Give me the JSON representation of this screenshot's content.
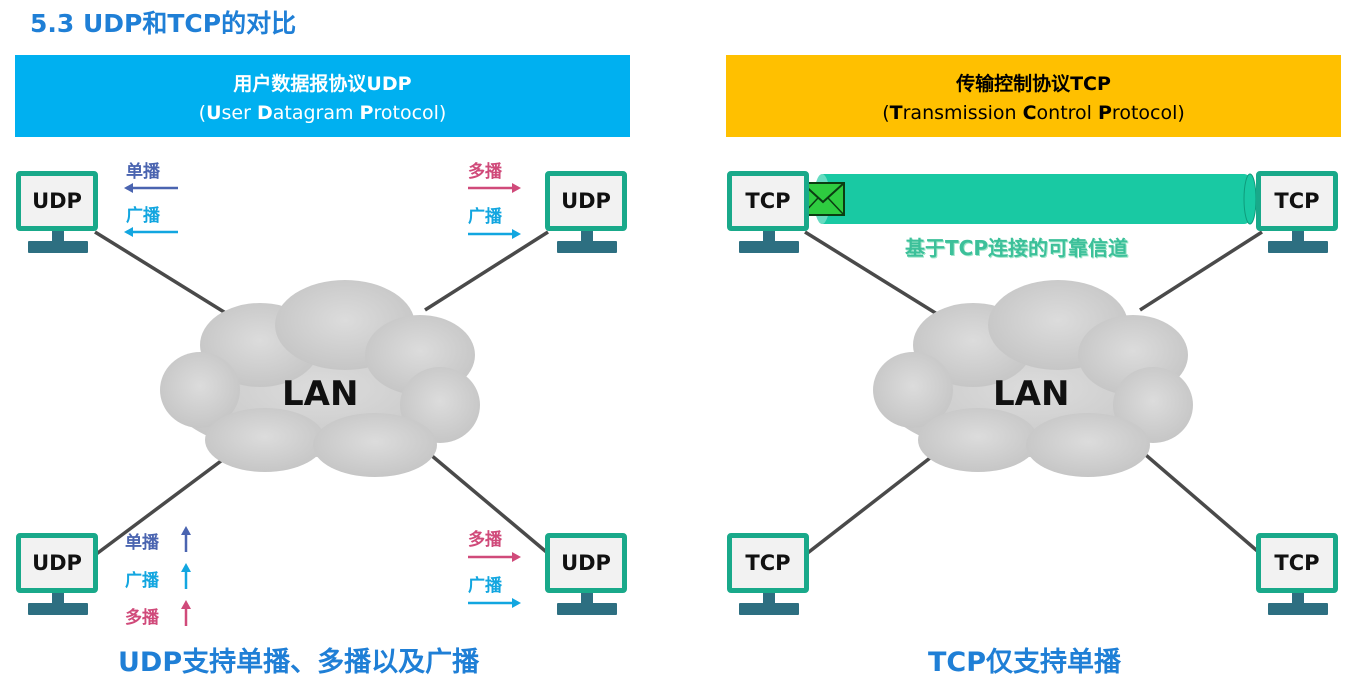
{
  "title": "5.3 UDP和TCP的对比",
  "udp_panel": {
    "header_line1": "用户数据报协议UDP",
    "header_line2": {
      "open": "(",
      "u1": "U",
      "t1": "ser ",
      "u2": "D",
      "t2": "atagram ",
      "u3": "P",
      "t3": "rotocol)"
    },
    "host_label": "UDP",
    "lan_label": "LAN",
    "top_left_casts": [
      "单播",
      "广播"
    ],
    "top_right_casts": [
      "多播",
      "广播"
    ],
    "bottom_left_casts": [
      "单播",
      "广播",
      "多播"
    ],
    "bottom_right_casts": [
      "多播",
      "广播"
    ],
    "footer": "UDP支持单播、多播以及广播"
  },
  "tcp_panel": {
    "header_line1": "传输控制协议TCP",
    "header_line2": {
      "open": "(",
      "u1": "T",
      "t1": "ransmission ",
      "u2": "C",
      "t2": "ontrol ",
      "u3": "P",
      "t3": "rotocol)"
    },
    "host_label": "TCP",
    "lan_label": "LAN",
    "channel_label": "基于TCP连接的可靠信道",
    "footer": "TCP仅支持单播"
  },
  "colors": {
    "udp_banner": "#00b0f0",
    "tcp_banner": "#ffc000",
    "title_blue": "#1f7fd6",
    "monitor_green": "#19a98a",
    "channel_teal": "#19c9a3",
    "unicast": "#4a64b0",
    "broadcast": "#12a6e0",
    "multicast": "#d04a7a"
  },
  "icons": [
    "monitor-icon",
    "cloud-icon",
    "envelope-icon",
    "arrow-icon"
  ]
}
